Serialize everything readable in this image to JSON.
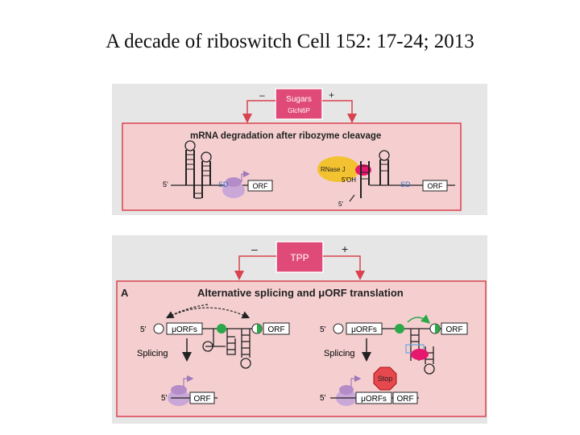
{
  "slide": {
    "title": "A decade of riboswitch Cell 152: 17-24; 2013"
  },
  "figure1": {
    "ligand_box": {
      "label": "Sugars",
      "sublabel": "GlcN6P"
    },
    "minus": "–",
    "plus": "+",
    "mechanism_title": "mRNA degradation after ribozyme cleavage",
    "five_prime_left": "5'",
    "sd_left": "SD",
    "orf_left": "ORF",
    "rnase": "RNase J",
    "five_oh": "5'OH",
    "five_prime_fragment": "5'",
    "sd_right": "SD",
    "orf_right": "ORF",
    "colors": {
      "panel": "#e6e6e6",
      "inner": "#f5cfd0",
      "border": "#d8434f",
      "ligand": "#e04a78",
      "rnase": "#f3c230",
      "enzyme": "#e6186e"
    }
  },
  "figure2": {
    "ligand_box": {
      "label": "TPP"
    },
    "minus": "–",
    "plus": "+",
    "panel_letter": "A",
    "mechanism_title": "Alternative splicing and μORF translation",
    "left": {
      "five_prime_top": "5'",
      "uorfs_top": "μORFs",
      "orf_top": "ORF",
      "splicing": "Splicing",
      "five_prime_bottom": "5'",
      "orf_bottom": "ORF"
    },
    "right": {
      "five_prime_top": "5'",
      "uorfs_top": "μORFs",
      "orf_top": "ORF",
      "splicing": "Splicing",
      "stop": "Stop",
      "five_prime_bottom": "5'",
      "uorfs_bottom": "μORFs",
      "orf_bottom": "ORF"
    },
    "colors": {
      "panel": "#e6e6e6",
      "inner": "#f5cfd0",
      "border": "#d8434f",
      "ligand": "#e04a78",
      "stop": "#e5484d",
      "green": "#2aa84a",
      "ribosome": "#c9a8d8"
    }
  }
}
